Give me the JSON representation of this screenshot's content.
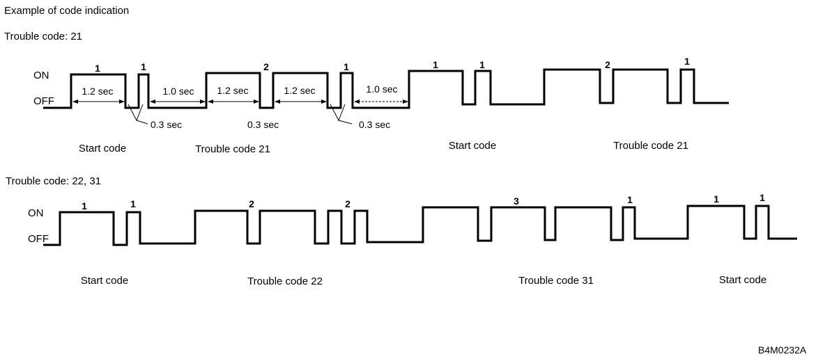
{
  "title": "Example of code indication",
  "figure_id": "B4M0232A",
  "labels": {
    "on": "ON",
    "off": "OFF"
  },
  "section1": {
    "title": "Trouble code: 21",
    "pulse_labels": [
      "1",
      "1",
      "2",
      "1",
      "1",
      "1",
      "2",
      "1"
    ],
    "timing_labels": [
      "1.2 sec",
      "1.0 sec",
      "1.2 sec",
      "1.2 sec",
      "1.0 sec",
      "0.3 sec",
      "0.3 sec",
      "0.3 sec"
    ],
    "group_labels": [
      "Start code",
      "Trouble code 21",
      "Start code",
      "Trouble code 21"
    ]
  },
  "section2": {
    "title": "Trouble code: 22, 31",
    "pulse_labels": [
      "1",
      "1",
      "2",
      "2",
      "3",
      "1",
      "1",
      "1"
    ],
    "group_labels": [
      "Start code",
      "Trouble code 22",
      "Trouble code 31",
      "Start code"
    ]
  }
}
